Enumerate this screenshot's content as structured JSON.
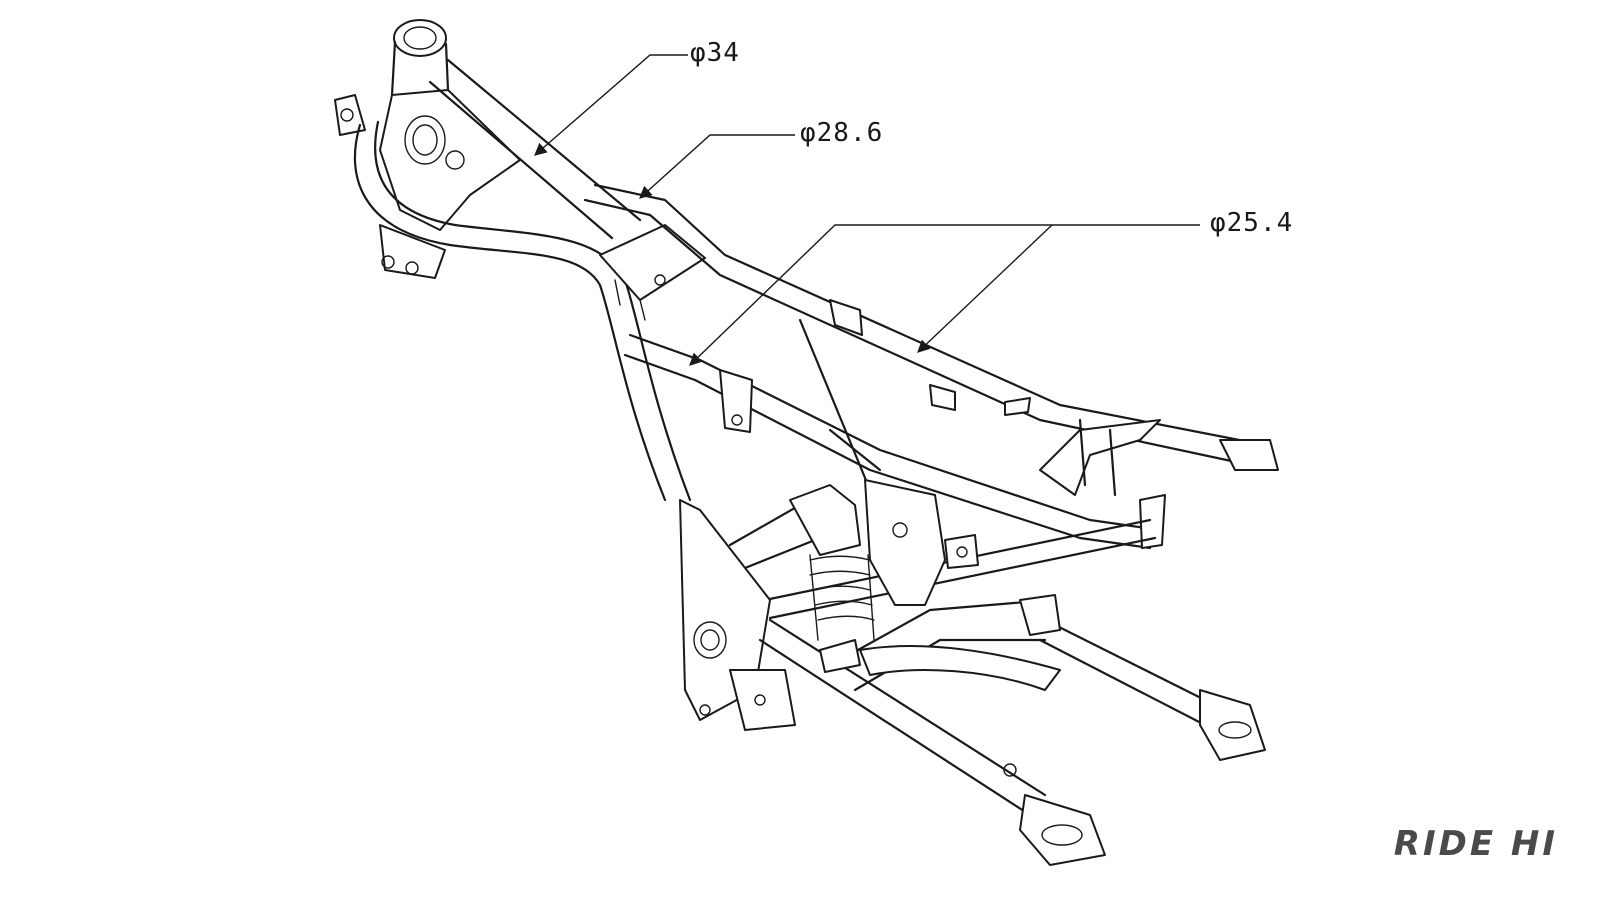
{
  "diagram": {
    "labels": {
      "dim_34": "φ34",
      "dim_28_6": "φ28.6",
      "dim_25_4": "φ25.4"
    }
  },
  "brand": {
    "logo_text": "RIDE HI"
  }
}
